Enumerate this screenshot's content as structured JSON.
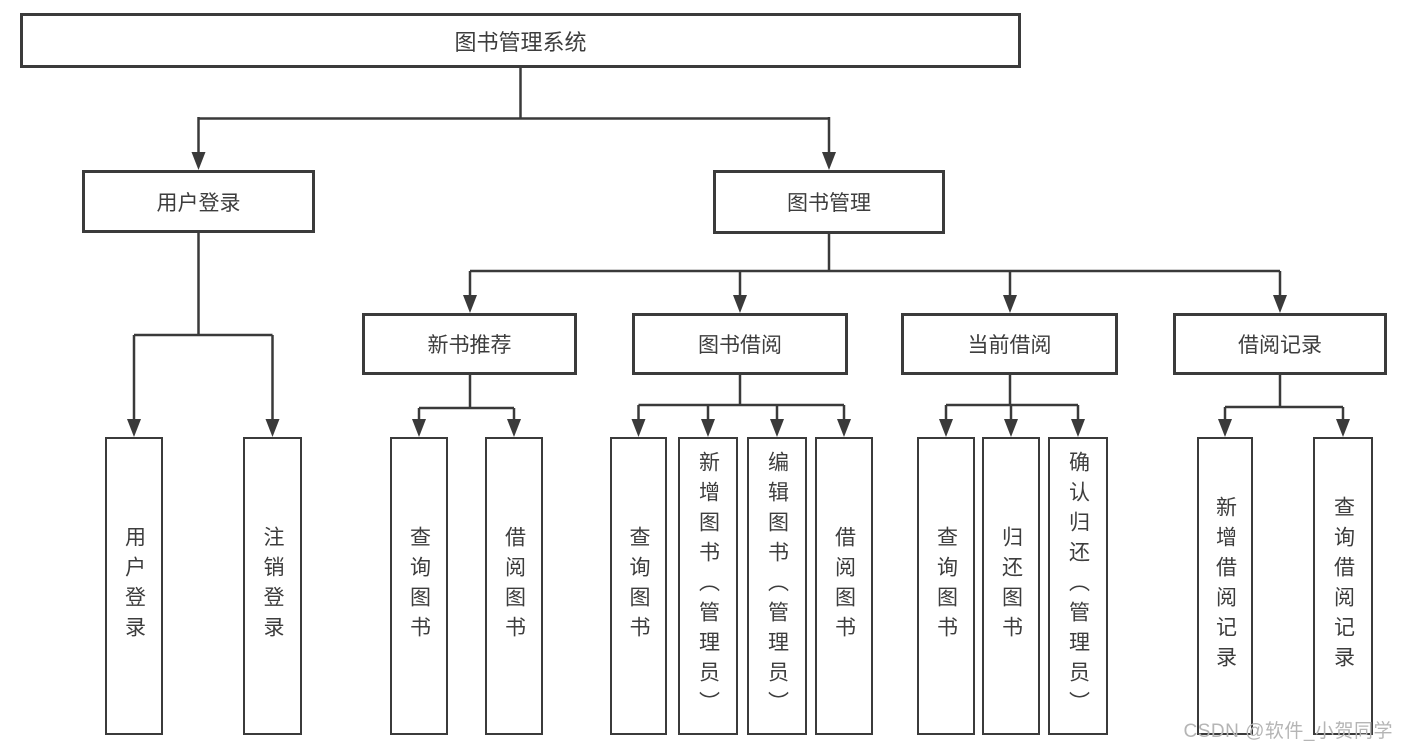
{
  "diagram": {
    "root": "图书管理系统",
    "branches": [
      {
        "label": "用户登录",
        "children": [
          "用户登录",
          "注销登录"
        ]
      },
      {
        "label": "图书管理",
        "groups": [
          {
            "label": "新书推荐",
            "children": [
              "查询图书",
              "借阅图书"
            ]
          },
          {
            "label": "图书借阅",
            "children": [
              "查询图书",
              "新增图书（管理员）",
              "编辑图书（管理员）",
              "借阅图书"
            ]
          },
          {
            "label": "当前借阅",
            "children": [
              "查询图书",
              "归还图书",
              "确认归还（管理员）"
            ]
          },
          {
            "label": "借阅记录",
            "children": [
              "新增借阅记录",
              "查询借阅记录"
            ]
          }
        ]
      }
    ]
  },
  "watermark": "CSDN @软件_小贺同学",
  "colors": {
    "line": "#3a3a3a",
    "box_border": "#3b3b3b",
    "text": "#3d3d3d",
    "background": "#ffffff",
    "watermark": "#b5b5b5"
  }
}
